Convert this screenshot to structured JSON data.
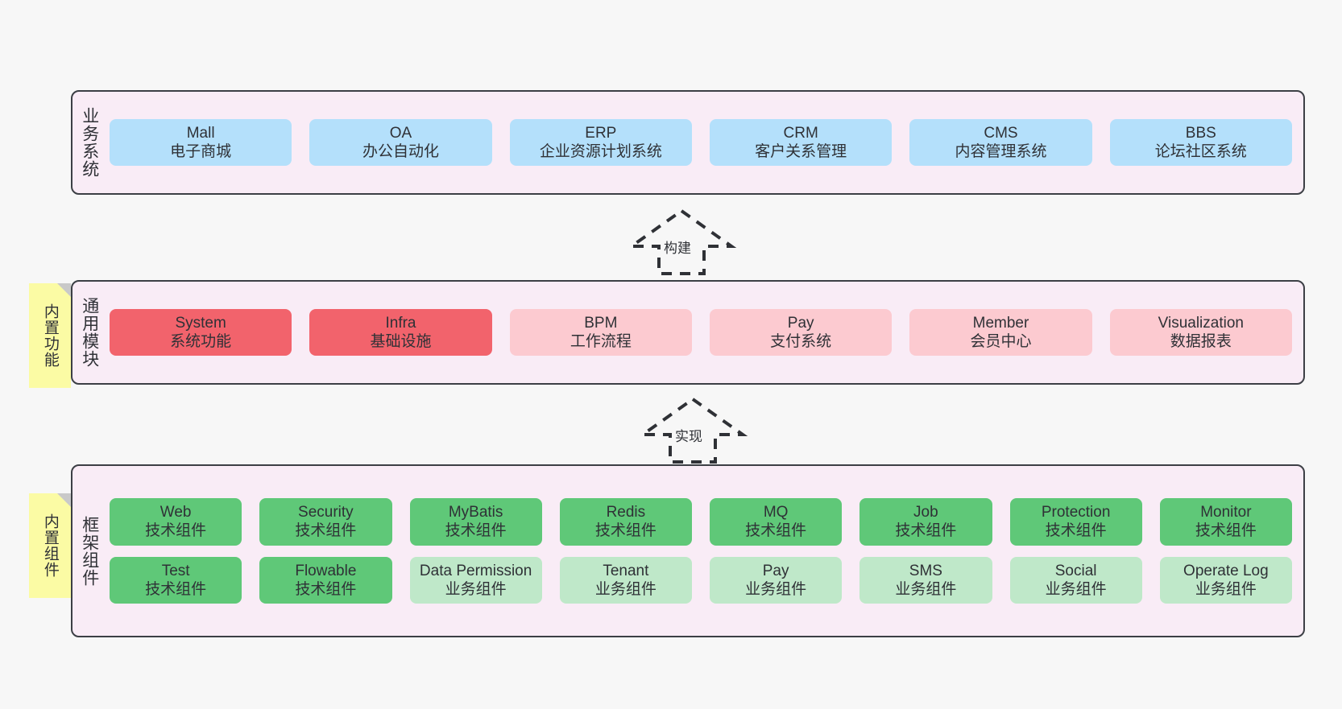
{
  "diagram": {
    "background": "#f7f7f7",
    "container_fill": "#f9ecf6",
    "container_border": "#3c3f45"
  },
  "layers": [
    {
      "id": "business",
      "title": "业务系统",
      "color": "#b4e0fb",
      "rows": [
        [
          {
            "name": "Mall",
            "desc": "电子商城"
          },
          {
            "name": "OA",
            "desc": "办公自动化"
          },
          {
            "name": "ERP",
            "desc": "企业资源计划系统"
          },
          {
            "name": "CRM",
            "desc": "客户关系管理"
          },
          {
            "name": "CMS",
            "desc": "内容管理系统"
          },
          {
            "name": "BBS",
            "desc": "论坛社区系统"
          }
        ]
      ]
    },
    {
      "id": "common",
      "title": "通用模块",
      "rows": [
        [
          {
            "name": "System",
            "desc": "系统功能",
            "color": "#f2636c"
          },
          {
            "name": "Infra",
            "desc": "基础设施",
            "color": "#f2636c"
          },
          {
            "name": "BPM",
            "desc": "工作流程",
            "color": "#fccad0"
          },
          {
            "name": "Pay",
            "desc": "支付系统",
            "color": "#fccad0"
          },
          {
            "name": "Member",
            "desc": "会员中心",
            "color": "#fccad0"
          },
          {
            "name": "Visualization",
            "desc": "数据报表",
            "color": "#fccad0"
          }
        ]
      ]
    },
    {
      "id": "framework",
      "title": "框架组件",
      "rows": [
        [
          {
            "name": "Web",
            "desc": "技术组件",
            "color": "#5fc878"
          },
          {
            "name": "Security",
            "desc": "技术组件",
            "color": "#5fc878"
          },
          {
            "name": "MyBatis",
            "desc": "技术组件",
            "color": "#5fc878"
          },
          {
            "name": "Redis",
            "desc": "技术组件",
            "color": "#5fc878"
          },
          {
            "name": "MQ",
            "desc": "技术组件",
            "color": "#5fc878"
          },
          {
            "name": "Job",
            "desc": "技术组件",
            "color": "#5fc878"
          },
          {
            "name": "Protection",
            "desc": "技术组件",
            "color": "#5fc878"
          },
          {
            "name": "Monitor",
            "desc": "技术组件",
            "color": "#5fc878"
          }
        ],
        [
          {
            "name": "Test",
            "desc": "技术组件",
            "color": "#5fc878"
          },
          {
            "name": "Flowable",
            "desc": "技术组件",
            "color": "#5fc878"
          },
          {
            "name": "Data Permission",
            "desc": "业务组件",
            "color": "#bfe8c9"
          },
          {
            "name": "Tenant",
            "desc": "业务组件",
            "color": "#bfe8c9"
          },
          {
            "name": "Pay",
            "desc": "业务组件",
            "color": "#bfe8c9"
          },
          {
            "name": "SMS",
            "desc": "业务组件",
            "color": "#bfe8c9"
          },
          {
            "name": "Social",
            "desc": "业务组件",
            "color": "#bfe8c9"
          },
          {
            "name": "Operate Log",
            "desc": "业务组件",
            "color": "#bfe8c9"
          }
        ]
      ]
    }
  ],
  "notes": [
    {
      "id": "builtin-features",
      "label": "内置功能",
      "color": "#fbfba4"
    },
    {
      "id": "builtin-components",
      "label": "内置组件",
      "color": "#fbfba4"
    }
  ],
  "arrows": [
    {
      "id": "build",
      "label": "构建",
      "style": "dashed-generalization",
      "direction": "up"
    },
    {
      "id": "impl",
      "label": "实现",
      "style": "dashed-generalization",
      "direction": "up"
    }
  ]
}
